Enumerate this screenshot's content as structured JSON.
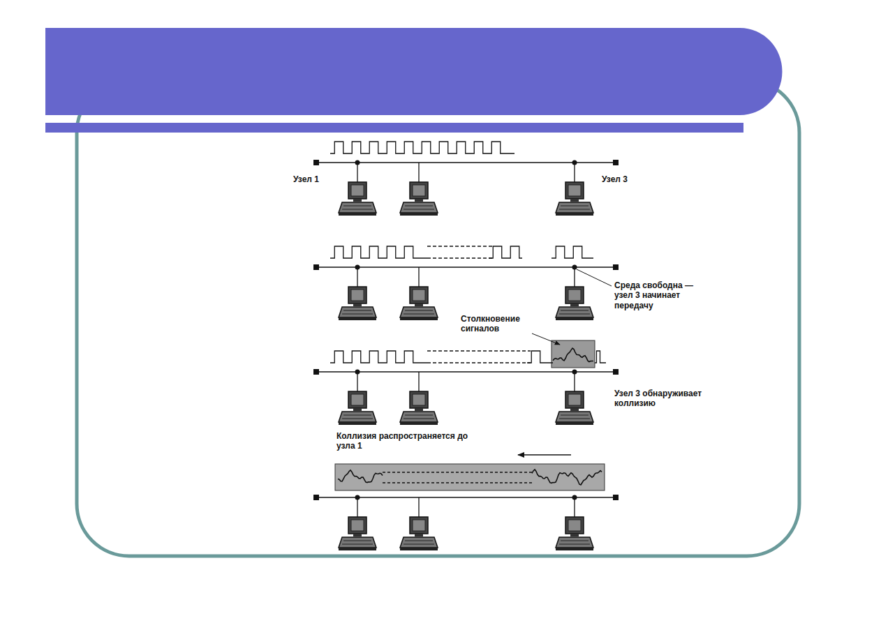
{
  "diagram": {
    "labels": [
      "Узел 1",
      "Узел 3",
      "Среда свободна — узел 3 начинает передачу",
      "Столкновение сигналов",
      "Узел 3 обнаруживает коллизию",
      "Коллизия распространяется до узла 1"
    ]
  }
}
